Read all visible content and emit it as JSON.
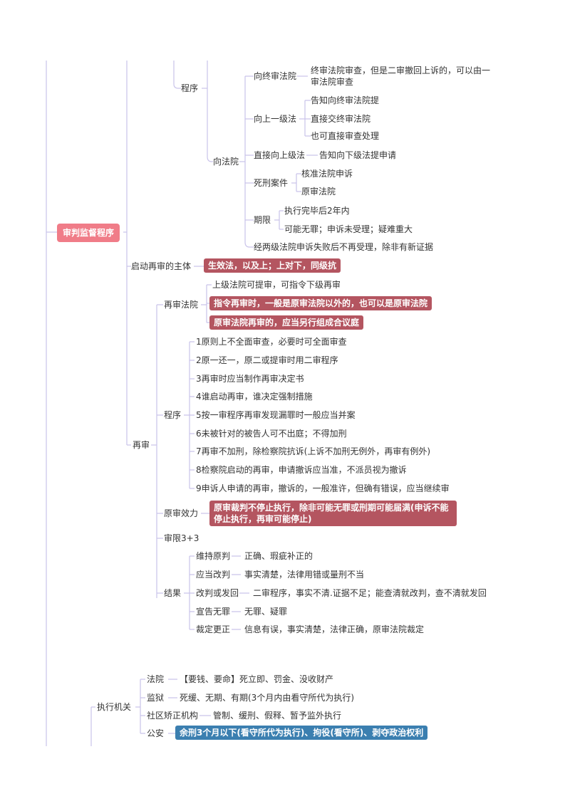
{
  "root": "审判监督程序",
  "procedure": {
    "label": "程序",
    "xiang_fayuan": "向法院",
    "zhongshen": "向终审法院",
    "zhongshen_desc_1": "终审法院审查，但是二审撤回上诉的，可以由一",
    "zhongshen_desc_2": "审法院审查",
    "shangyiji": "向上一级法",
    "shangyiji_items": [
      "告知向终审法院提",
      "直接交终审法院",
      "也可直接审查处理"
    ],
    "zhijie": "直接向上级法",
    "zhijie_desc": "告知向下级法提申请",
    "sixing": "死刑案件",
    "sixing_items": [
      "核准法院申诉",
      "原审法院"
    ],
    "qixian": "期限",
    "qixian_items": [
      "执行完毕后2年内",
      "可能无罪；申诉未受理；疑难重大"
    ],
    "liangji": "经两级法院申诉失败后不再受理，除非有新证据"
  },
  "subject": {
    "label": "启动再审的主体",
    "highlight": "生效法，以及上；上对下，同级抗"
  },
  "retrial": {
    "label": "再审",
    "court": {
      "label": "再审法院",
      "item1": "上级法院可提审，可指令下级再审",
      "item2": "指令再审时，一般是原审法院以外的，也可以是原审法院",
      "item3": "原审法院再审的，应当另行组成合议庭"
    },
    "proc": {
      "label": "程序",
      "items": [
        "1原则上不全面审查，必要时可全面审查",
        "2原一还一，原二或提审时用二审程序",
        "3再审时应当制作再审决定书",
        "4谁启动再审，谁决定强制措施",
        "5按一审程序再审发现漏罪时一般应当并案",
        "6未被针对的被告人可不出庭；不得加刑",
        "7再审不加刑，除检察院抗诉(上诉不加刑无例外，再审有例外)",
        "8检察院启动的再审，申请撤诉应当准，不派员视为撤诉",
        "9申诉人申请的再审，撤诉的，一般准许，但确有错误，应当继续审"
      ]
    },
    "effect": {
      "label": "原审效力",
      "line1": "原审裁判不停止执行，除非可能无罪或刑期可能届满(申诉不能",
      "line2": "停止执行，再审可能停止)"
    },
    "limit": "审限3+3",
    "result": {
      "label": "结果",
      "items": [
        {
          "k": "维持原判",
          "v": "正确、瑕疵补正的"
        },
        {
          "k": "应当改判",
          "v": "事实清楚，法律用错或量刑不当"
        },
        {
          "k": "改判或发回",
          "v": "二审程序，事实不清.证据不足；能查清就改判，查不清就发回"
        },
        {
          "k": "宣告无罪",
          "v": "无罪、疑罪"
        },
        {
          "k": "裁定更正",
          "v": "信息有误，事实清楚，法律正确，原审法院裁定"
        }
      ]
    }
  },
  "exec": {
    "label": "执行机关",
    "fayuan": "法院",
    "fayuan_desc": "【要钱、要命】死立即、罚金、没收财产",
    "jianyu": "监狱",
    "jianyu_desc": "死缓、无期、有期(3个月内由看守所代为执行)",
    "shequ": "社区矫正机构",
    "shequ_desc": "管制、缓刑、假释、暂予监外执行",
    "gongan": "公安",
    "gongan_desc": "余刑3个月以下(看守所代为执行)、拘役(看守所)、剥夺政治权利"
  },
  "colors": {
    "line": "#c9c3ea",
    "red": "#b45560",
    "pink": "#f07c88",
    "blue": "#3b7fb0"
  }
}
